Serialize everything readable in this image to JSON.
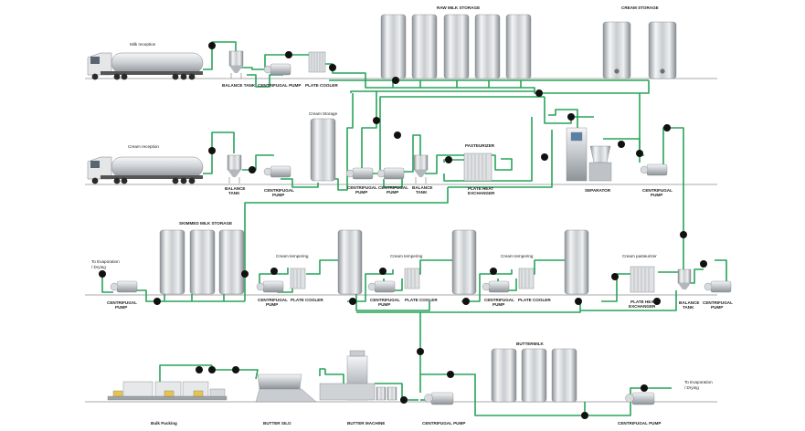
{
  "labels": {
    "milk_reception": "Milk reception",
    "balance_tank_1": "BALANCE TANK",
    "centrifugal_pump_1": "CENTRIFUGAL PUMP",
    "plate_cooler_1": "PLATE COOLER",
    "raw_milk_storage": "RAW MILK STORAGE",
    "cream_storage_top": "CREAM STORAGE",
    "cream_reception": "Cream reception",
    "balance_tank_2": "BALANCE",
    "balance_tank_2b": "TANK",
    "centrifugal_2": "CENTRIFUGAL",
    "pump_2": "PUMP",
    "cream_storage_mid": "Cream Storage",
    "centrifugal_3": "CENTRIFUGAL",
    "pump_3": "PUMP",
    "centrifugal_4": "CENTRIFUGAL",
    "pump_4": "PUMP",
    "balance_5": "BALANCE",
    "tank_5": "TANK",
    "pasteurizer": "PASTEURIZER",
    "plate_heat_1": "PLATE HEAT",
    "exchanger_1": "EXCHANGER",
    "separator": "SEPARATOR",
    "centrifugal_6": "CENTRIFUGAL",
    "pump_6": "PUMP",
    "to_evap_1a": "To Evaporation",
    "to_evap_1b": "/ Drying",
    "centrifugal_7": "CENTRIFUGAL",
    "pump_7": "PUMP",
    "skimmed_milk_storage": "SKIMMED MILK STORAGE",
    "cream_tempering_1": "Cream tempering",
    "centrifugal_8": "CENTRIFUGAL",
    "pump_8": "PUMP",
    "plate_cooler_8": "PLATE COOLER",
    "cream_tempering_2": "Cream tempering",
    "centrifugal_9": "CENTRIFUGAL",
    "pump_9": "PUMP",
    "plate_cooler_9": "PLATE COOLER",
    "cream_tempering_3": "Cream tempering",
    "centrifugal_10": "CENTRIFUGAL",
    "pump_10": "PUMP",
    "plate_cooler_10": "PLATE COOLER",
    "cream_pasteurizer": "Cream pasteurizer",
    "plate_heat_2": "PLATE HEAT",
    "exchanger_2": "EXCHANGER",
    "balance_11": "BALANCE",
    "tank_11": "TANK",
    "centrifugal_12": "CENTRIFUGAL",
    "pump_12": "PUMP",
    "buttermilk": "BUTTERMILK",
    "to_evap_2a": "To Evaporation",
    "to_evap_2b": "/ Drying",
    "bulk_packing": "Bulk Packing",
    "butter_silo": "BUTTER SILO",
    "butter_machine": "BUTTER MACHINE",
    "centrifugal_pump_13": "CENTRIFUGAL PUMP",
    "centrifugal_pump_14": "CENTRIFUGAL PUMP"
  },
  "colors": {
    "pipe": "#27a45a",
    "tank_light": "#f2f3f4",
    "tank_dark": "#9ea3a8",
    "ground": "#8c8c8c",
    "arrow": "#111111"
  }
}
